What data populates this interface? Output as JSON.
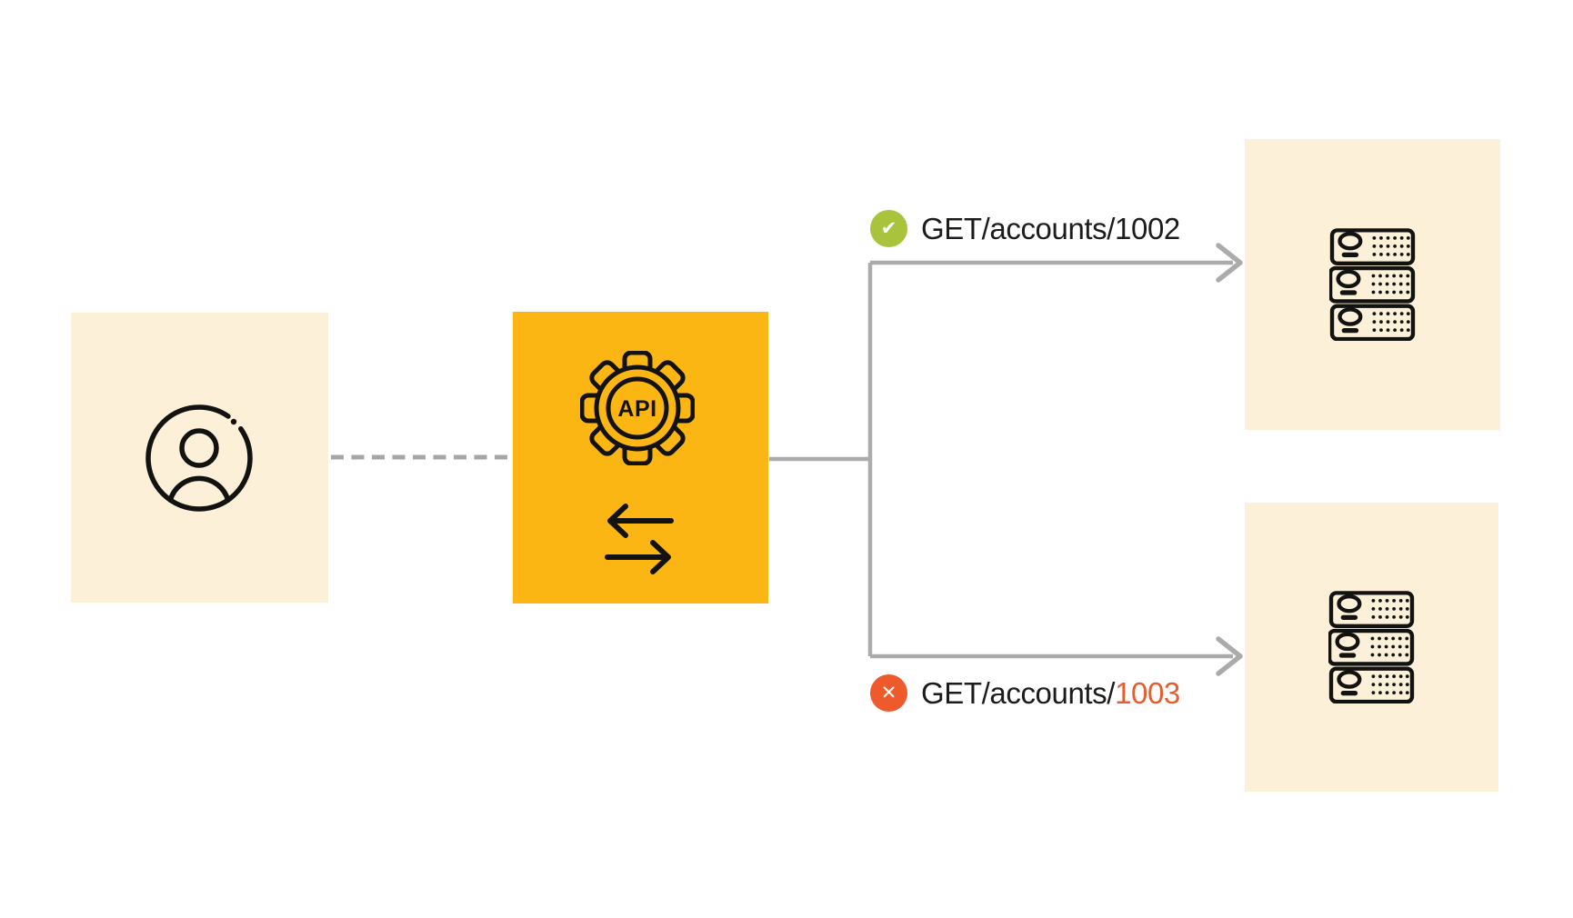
{
  "api_gateway": {
    "label": "API"
  },
  "requests": {
    "success": {
      "text": "GET/accounts/1002",
      "status": "success",
      "status_glyph": "✔"
    },
    "error": {
      "path_prefix": "GET/accounts/",
      "account_id": "1003",
      "status": "error",
      "status_glyph": "✕"
    }
  },
  "icons": {
    "client": "user-avatar-icon",
    "gateway_primary": "api-gear-icon",
    "gateway_secondary": "swap-arrows-icon",
    "server_top": "server-stack-icon",
    "server_bottom": "server-stack-icon",
    "success_badge": "check-circle-icon",
    "error_badge": "x-circle-icon"
  },
  "colors": {
    "background": "#ffffff",
    "node_fill_cream": "#fcf1d8",
    "node_fill_orange": "#fcb614",
    "connector_gray": "#ababab",
    "dashed_gray": "#a6a6a6",
    "success_green": "#a9c33d",
    "error_orange": "#ee5a2c",
    "error_text_orange": "#e55c2e",
    "text_dark": "#1c1c1a",
    "icon_stroke": "#121211"
  }
}
